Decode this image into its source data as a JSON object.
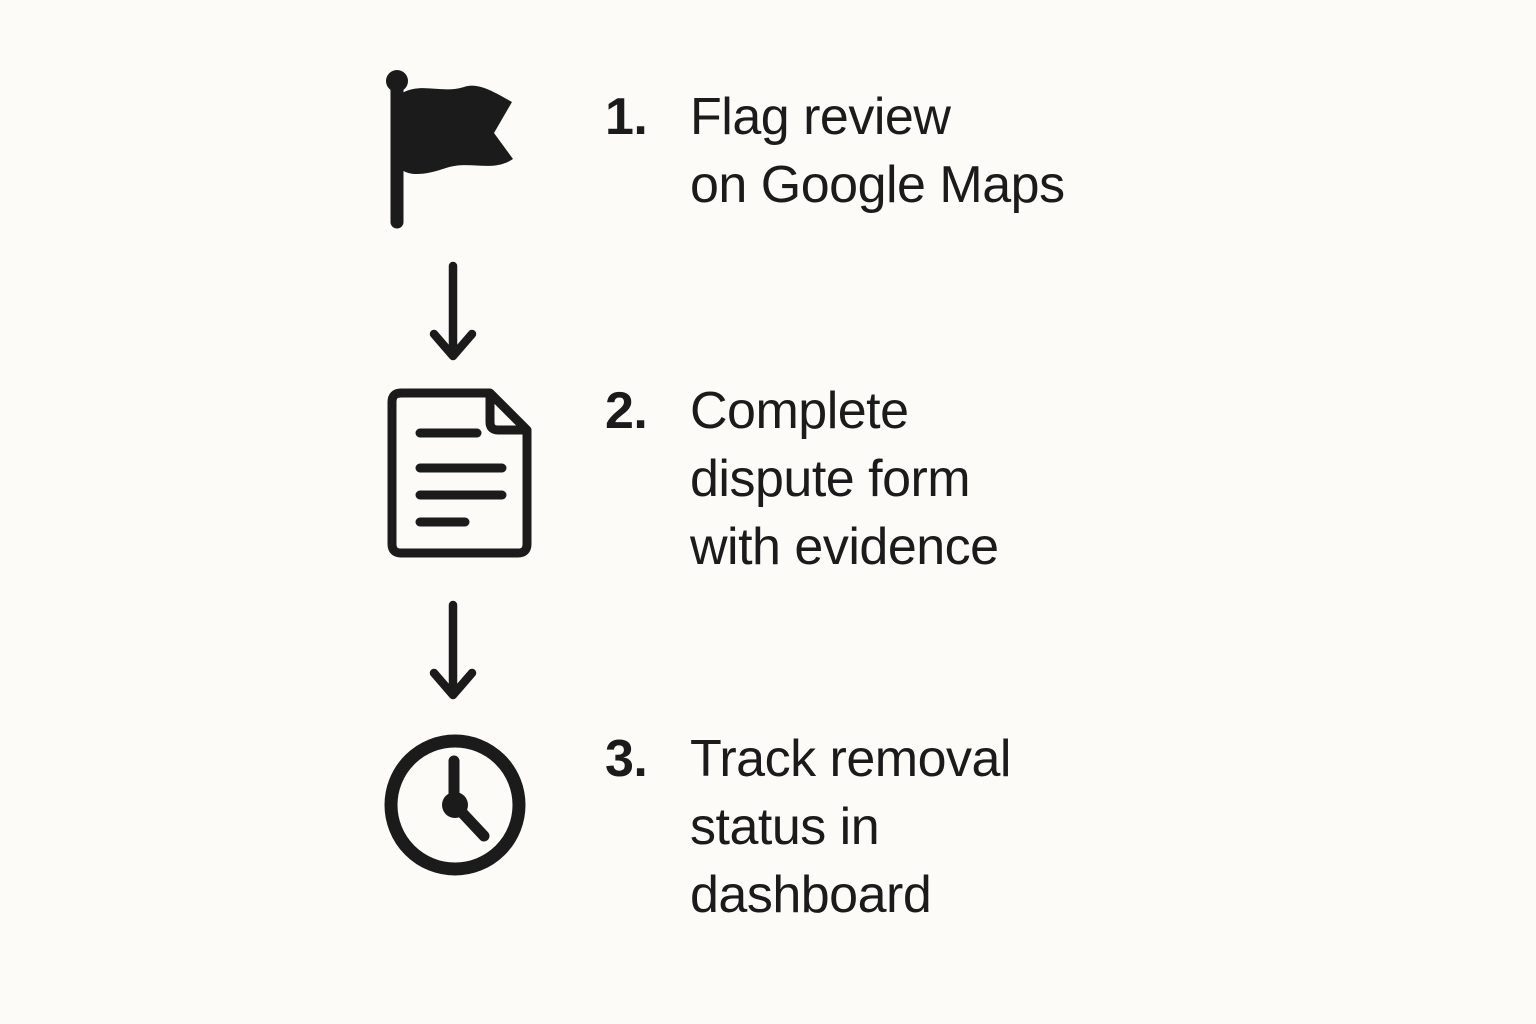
{
  "colors": {
    "background": "#fcfbf8",
    "ink": "#1b1b1b"
  },
  "steps": [
    {
      "number": "1.",
      "icon": "flag-icon",
      "lines": [
        "Flag review",
        "on Google Maps"
      ]
    },
    {
      "number": "2.",
      "icon": "document-icon",
      "lines": [
        "Complete",
        "dispute form",
        "with evidence"
      ]
    },
    {
      "number": "3.",
      "icon": "clock-icon",
      "lines": [
        "Track removal",
        "status in",
        "dashboard"
      ]
    }
  ],
  "connectors": [
    {
      "icon": "down-arrow-icon"
    },
    {
      "icon": "down-arrow-icon"
    }
  ]
}
